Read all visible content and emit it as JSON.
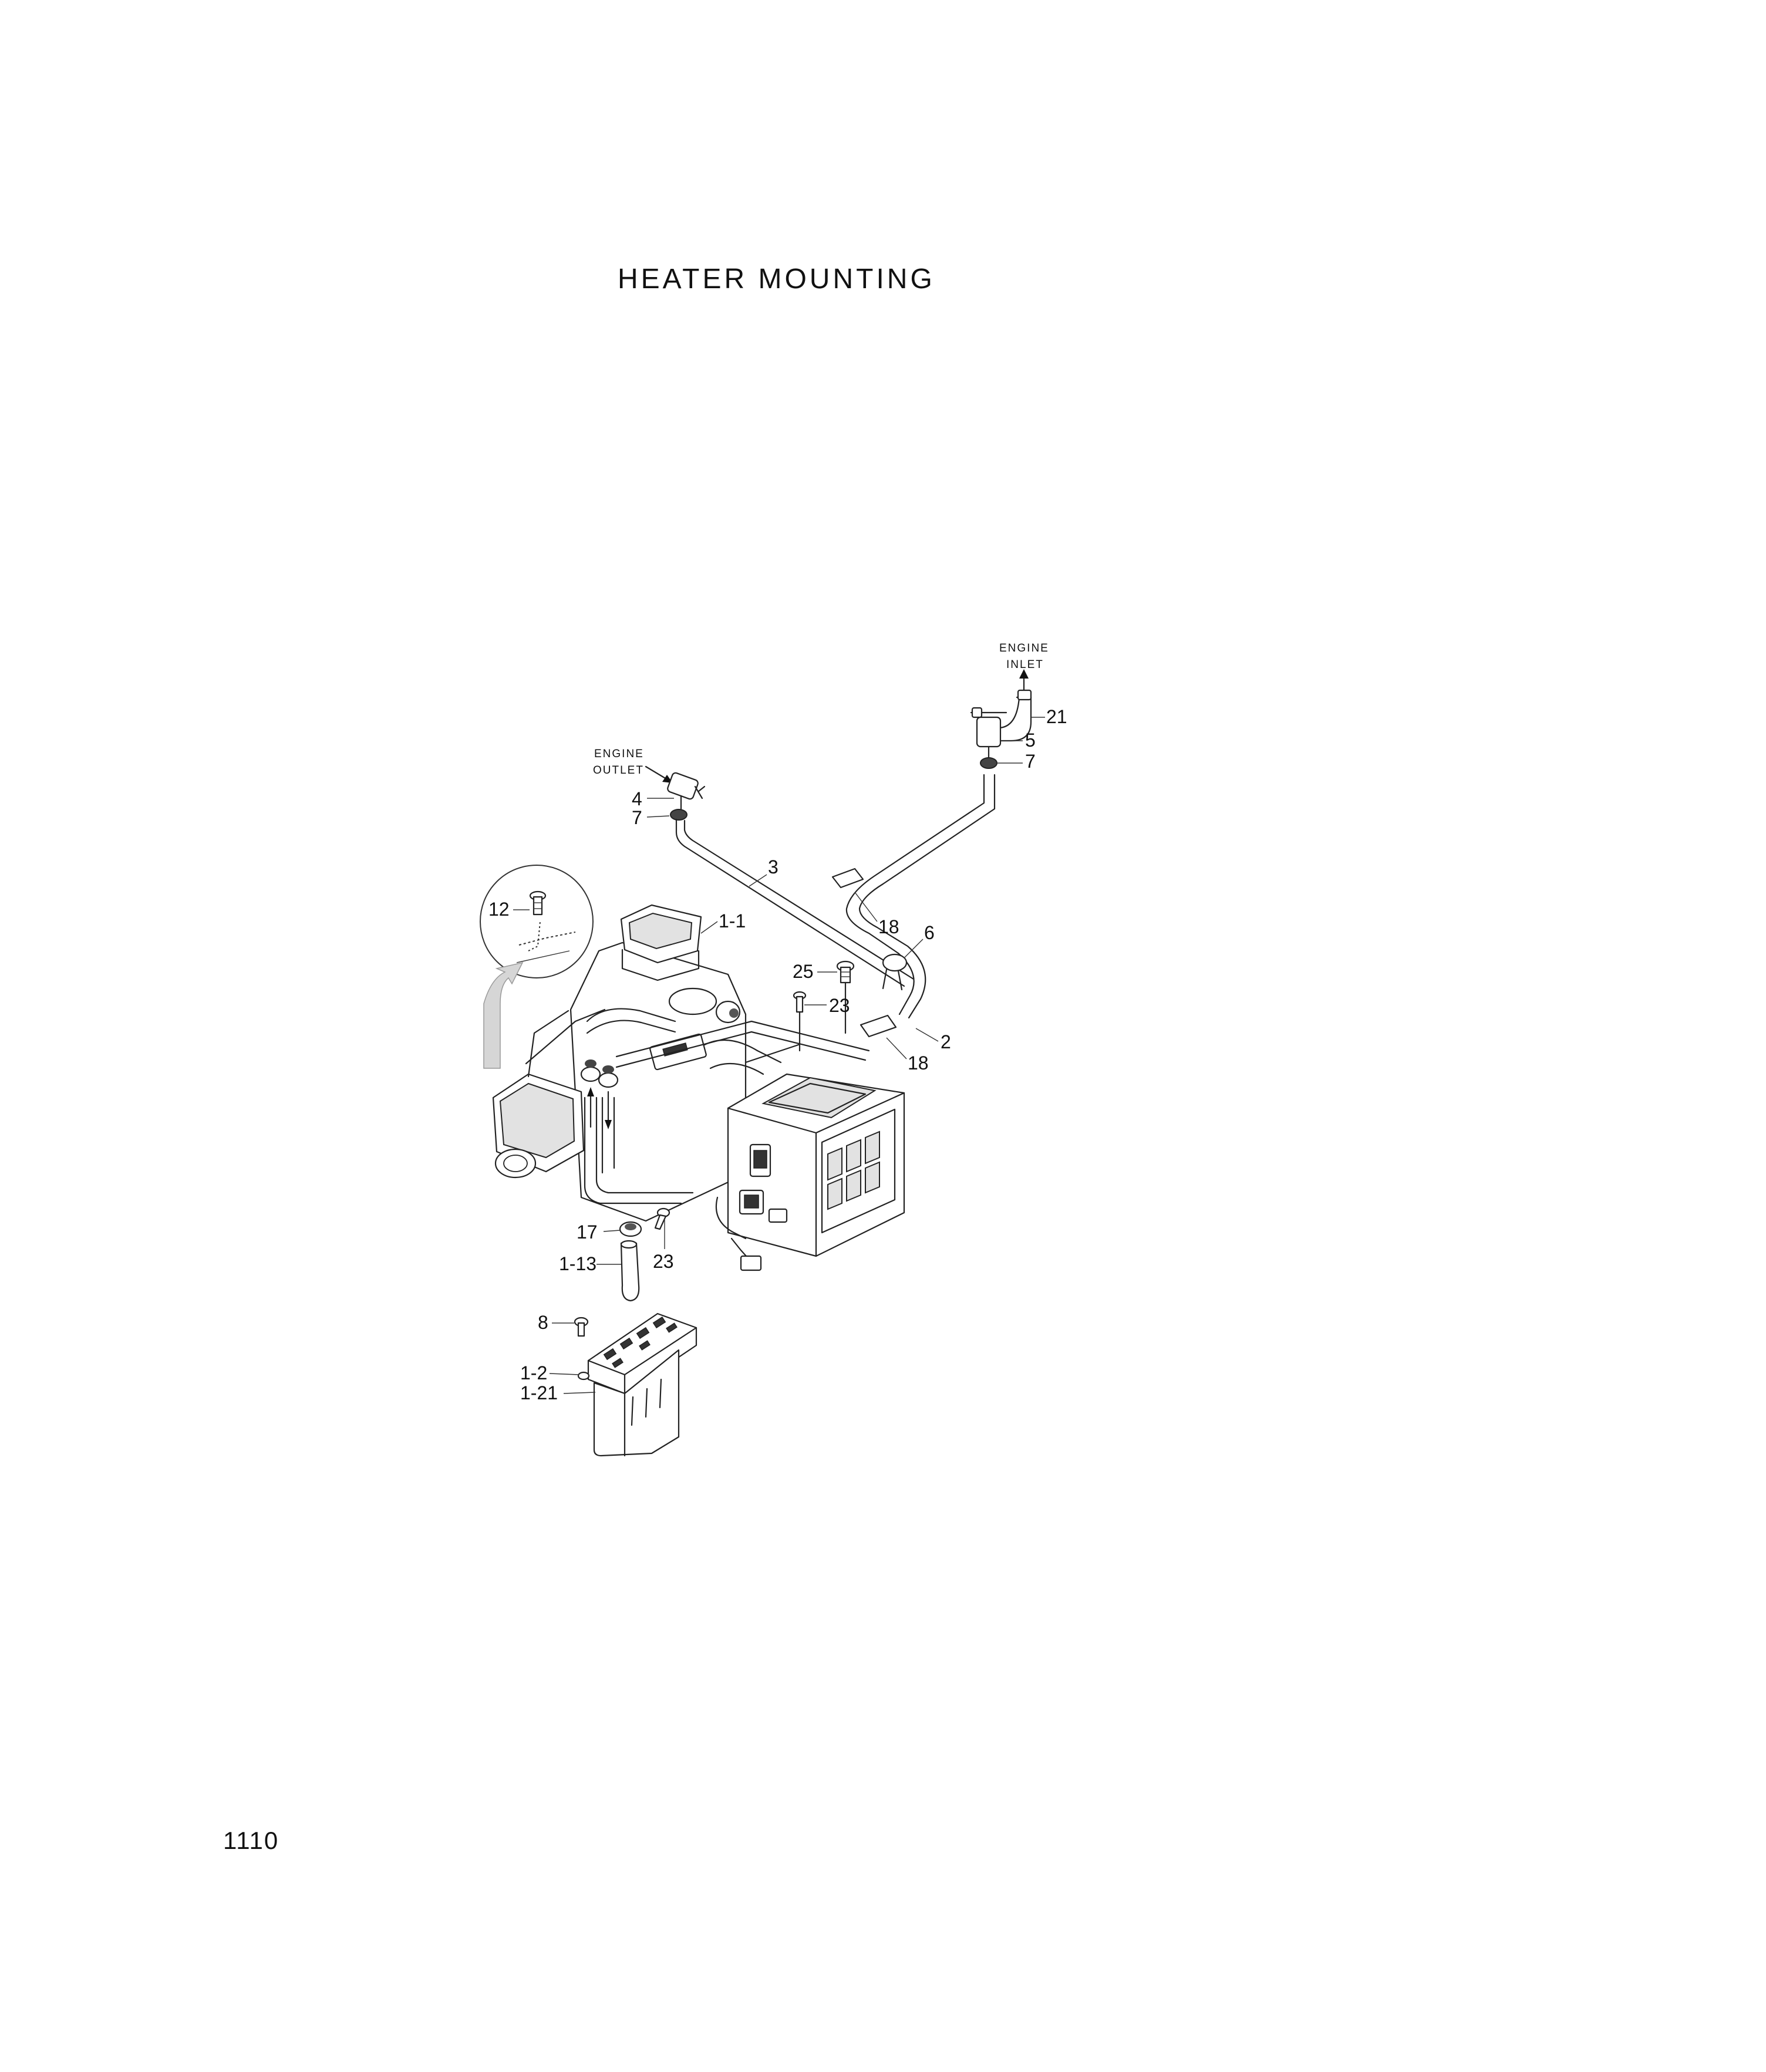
{
  "title": "HEATER MOUNTING",
  "page_number": "1110",
  "notes": {
    "engine_outlet": [
      "ENGINE",
      "OUTLET"
    ],
    "engine_inlet": [
      "ENGINE",
      "INLET"
    ]
  },
  "callouts": [
    {
      "id": "c-21",
      "label": "21"
    },
    {
      "id": "c-5",
      "label": "5"
    },
    {
      "id": "c-7-inlet",
      "label": "7"
    },
    {
      "id": "c-4",
      "label": "4"
    },
    {
      "id": "c-7-outlet",
      "label": "7"
    },
    {
      "id": "c-3",
      "label": "3"
    },
    {
      "id": "c-18-top",
      "label": "18"
    },
    {
      "id": "c-6",
      "label": "6"
    },
    {
      "id": "c-12",
      "label": "12"
    },
    {
      "id": "c-1-1",
      "label": "1-1"
    },
    {
      "id": "c-25",
      "label": "25"
    },
    {
      "id": "c-23-top",
      "label": "23"
    },
    {
      "id": "c-2",
      "label": "2"
    },
    {
      "id": "c-18-bottom",
      "label": "18"
    },
    {
      "id": "c-17",
      "label": "17"
    },
    {
      "id": "c-23-bottom",
      "label": "23"
    },
    {
      "id": "c-1-13",
      "label": "1-13"
    },
    {
      "id": "c-8",
      "label": "8"
    },
    {
      "id": "c-1-2",
      "label": "1-2"
    },
    {
      "id": "c-1-21",
      "label": "1-21"
    }
  ]
}
